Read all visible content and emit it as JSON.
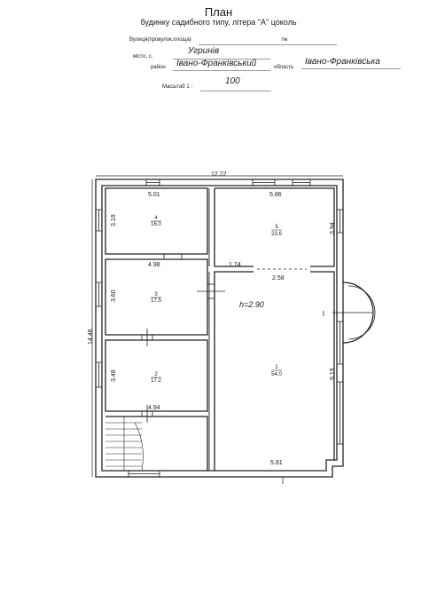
{
  "header": {
    "title": "План",
    "subtitle": "будинку садибного типу, літера \"А\"  цоколь"
  },
  "form": {
    "street_label": "Вулиця(провулок,площа)",
    "number_label": "№",
    "city_label": "місто, с.",
    "city_value": "Угринів",
    "district_label": "район",
    "district_value": "Івано-Франківський",
    "region_label": "область",
    "region_value": "Івано-Франківська",
    "scale_label": "Масштаб 1 :",
    "scale_value": "100"
  },
  "plan": {
    "overall_width": "12.22",
    "overall_height": "14.48",
    "ceiling_height": "h=2.90",
    "room1": {
      "num": "1",
      "area": "54.0",
      "height": "9.19",
      "width": "5.81"
    },
    "room2": {
      "num": "2",
      "area": "17.2",
      "height": "3.48",
      "width": "4.94"
    },
    "room3": {
      "num": "3",
      "area": "17.5",
      "height": "3.60",
      "width": "4.98"
    },
    "room4": {
      "num": "4",
      "area": "16.0",
      "height": "3.19",
      "width": "5.01"
    },
    "room5": {
      "num": "5",
      "area": "23.6",
      "height": "3.94",
      "width": "5.86"
    },
    "dim_174": "1.74",
    "dim_258": "2.58"
  }
}
